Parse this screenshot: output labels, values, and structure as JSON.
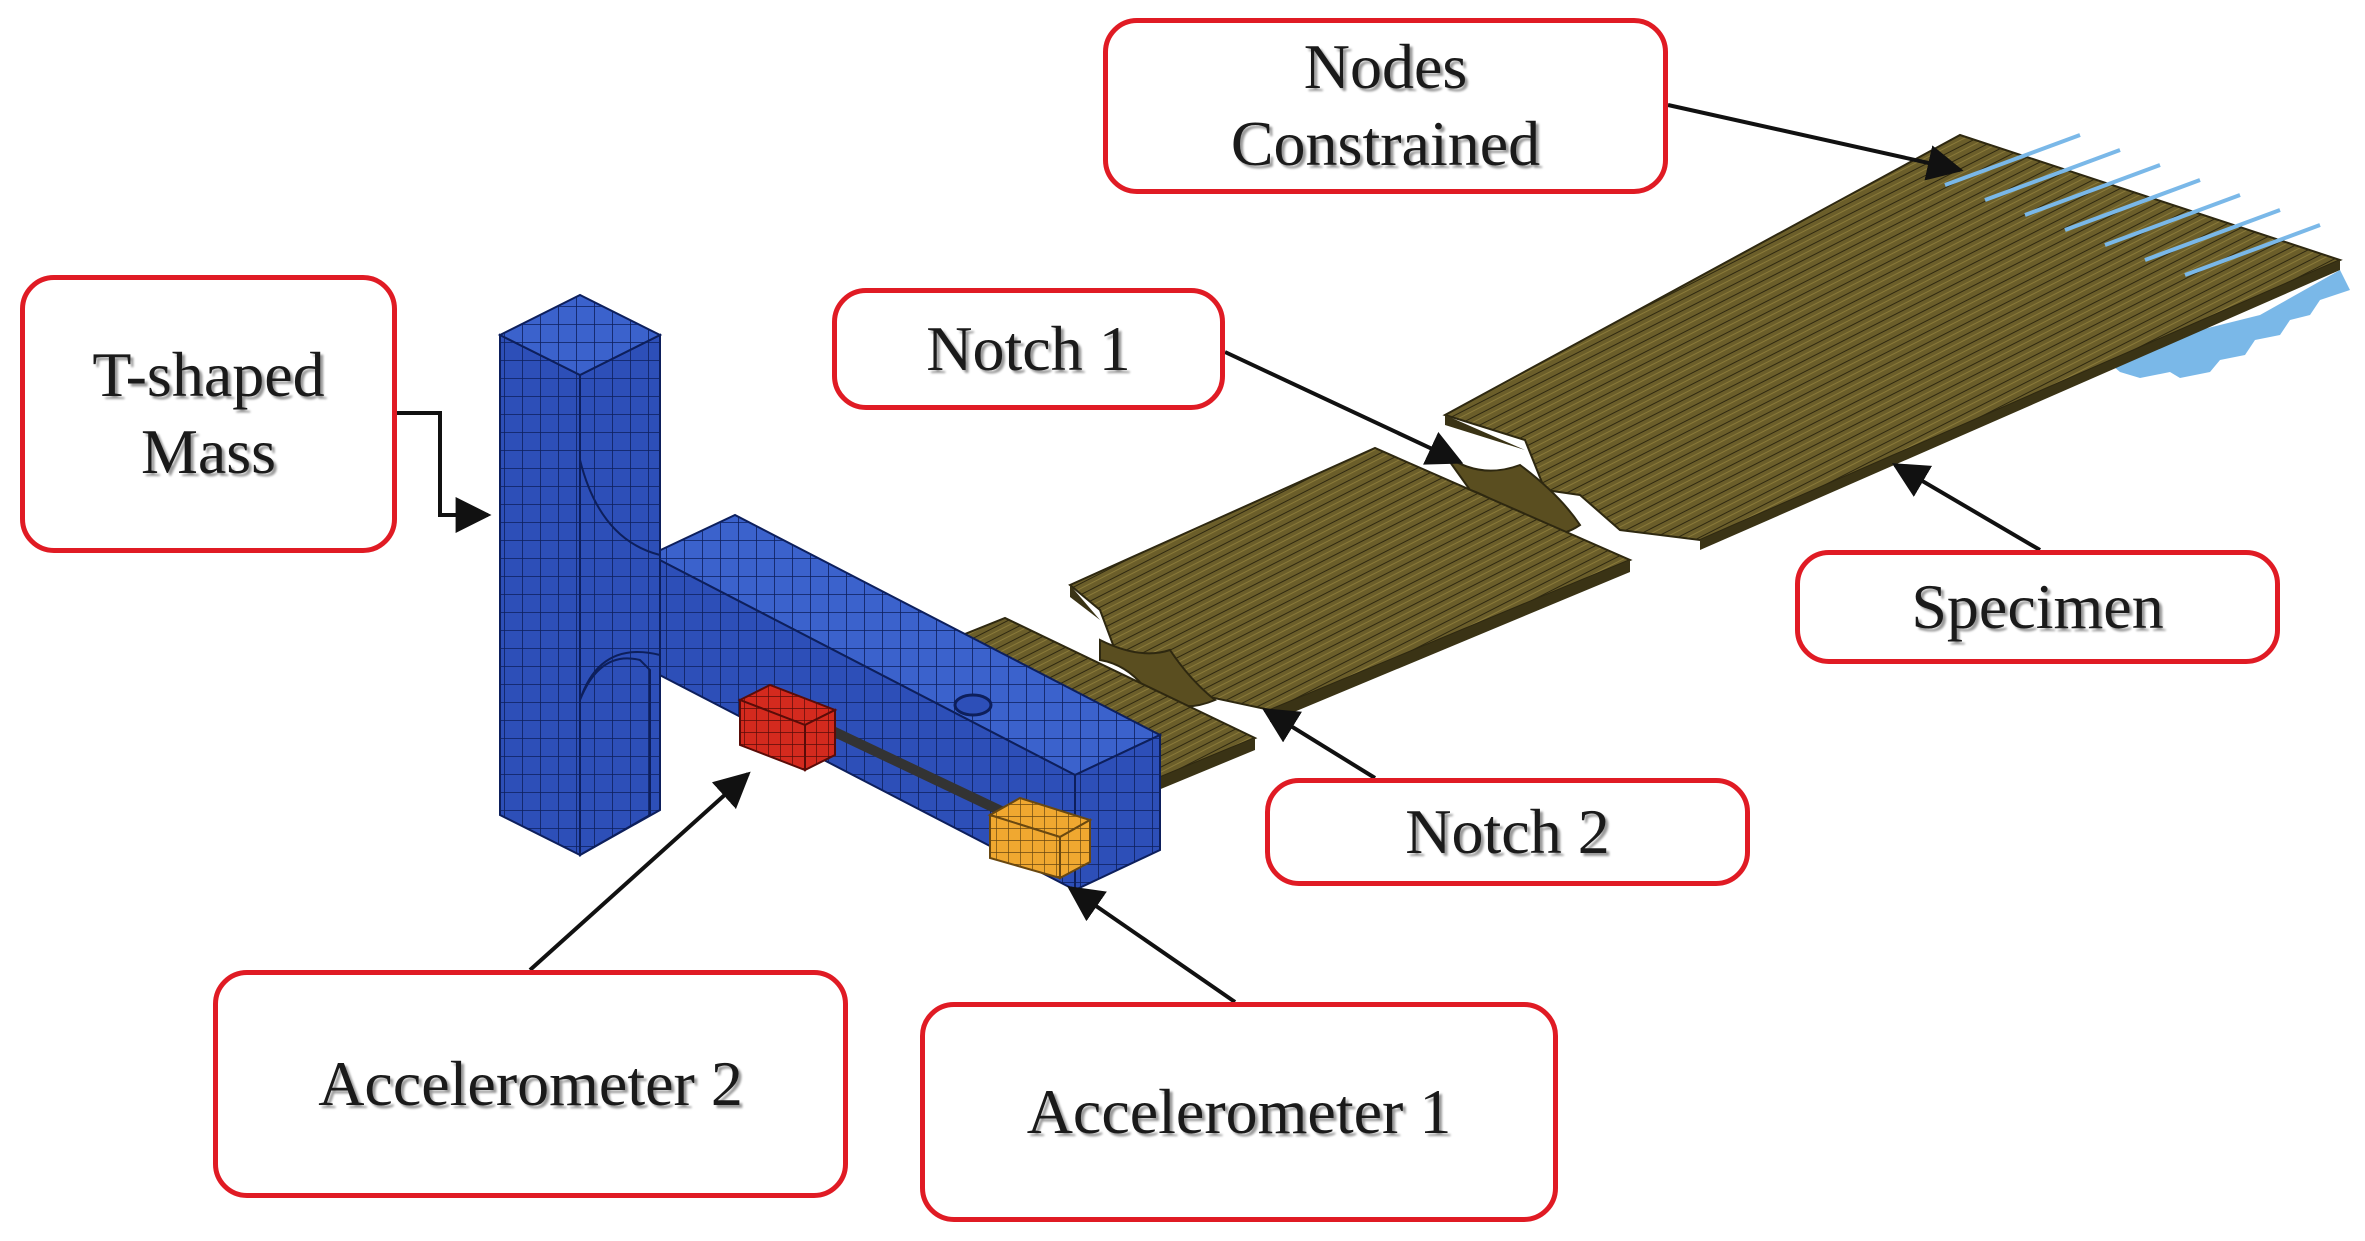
{
  "labels": {
    "nodes_constrained": {
      "line1": "Nodes",
      "line2": "Constrained"
    },
    "t_shaped_mass": {
      "line1": "T-shaped",
      "line2": "Mass"
    },
    "notch1": "Notch 1",
    "notch2": "Notch 2",
    "specimen": "Specimen",
    "accelerometer1": "Accelerometer 1",
    "accelerometer2": "Accelerometer 2"
  },
  "colors": {
    "label_border": "#e01b24",
    "t_mass": "#2d4fb8",
    "specimen": "#6b5e2a",
    "accelerometer1": "#f0a830",
    "accelerometer2": "#d42a1e",
    "constraint": "#7ab8e8"
  }
}
